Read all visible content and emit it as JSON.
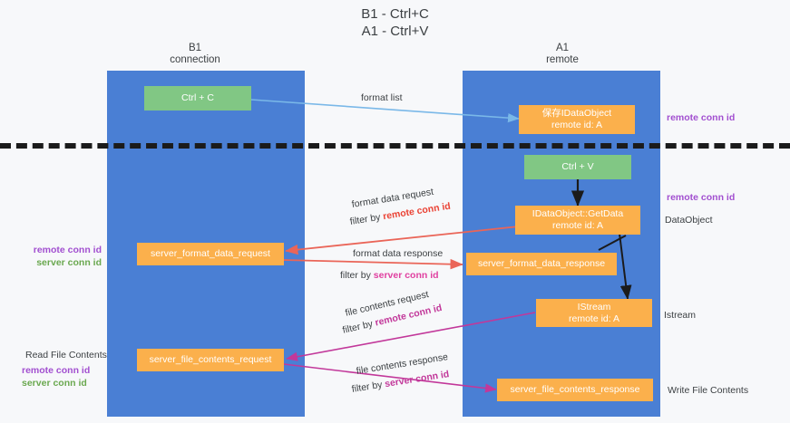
{
  "title": {
    "line1": "B1 - Ctrl+C",
    "line2": "A1 - Ctrl+V"
  },
  "lanes": [
    {
      "id": "b1",
      "name": "B1",
      "role": "connection"
    },
    {
      "id": "a1",
      "name": "A1",
      "role": "remote"
    }
  ],
  "nodes": {
    "ctrl_c": {
      "line1": "Ctrl + C",
      "line2": ""
    },
    "save_idata": {
      "line1": "保存IDataObject",
      "line2": "remote id: A"
    },
    "ctrl_v": {
      "line1": "Ctrl + V",
      "line2": ""
    },
    "getdata": {
      "line1": "IDataObject::GetData",
      "line2": "remote id: A"
    },
    "fmt_req": {
      "line1": "server_format_data_request",
      "line2": ""
    },
    "fmt_resp": {
      "line1": "server_format_data_response",
      "line2": ""
    },
    "istream": {
      "line1": "IStream",
      "line2": "remote id: A"
    },
    "file_req": {
      "line1": "server_file_contents_request",
      "line2": ""
    },
    "file_resp": {
      "line1": "server_file_contents_response",
      "line2": ""
    }
  },
  "edges": {
    "format_list": {
      "label": "format list"
    },
    "fmt_req_l1": {
      "label": "format data request"
    },
    "fmt_req_l2_pre": {
      "label": "filter by ",
      "hl": "remote conn id"
    },
    "fmt_resp_l1": {
      "label": "format data response"
    },
    "fmt_resp_l2_pre": {
      "label": "filter by ",
      "hl": "server conn id"
    },
    "file_req_l1": {
      "label": "file contents request"
    },
    "file_req_l2_pre": {
      "label": "filter by ",
      "hl": "remote conn id"
    },
    "file_resp_l1": {
      "label": "file contents response"
    },
    "file_resp_l2_pre": {
      "label": "filter by ",
      "hl": "server conn id"
    }
  },
  "annotations": {
    "right_top": "remote conn id",
    "right_mid": "remote conn id",
    "right_dataobject": "DataObject",
    "right_istream": "Istream",
    "right_write": "Write File Contents",
    "left_read": "Read File Contents",
    "left_remote_1": "remote conn id",
    "left_server_1": "server conn id",
    "left_remote_2": "remote conn id",
    "left_server_2": "server conn id"
  },
  "colors": {
    "lane": "#4a7fd4",
    "green_node": "#81c784",
    "orange_node": "#fbb04c",
    "arrow_blue": "#7ab8e8",
    "arrow_red": "#ea6558",
    "arrow_black": "#1b1b1b",
    "arrow_magenta": "#c2389a",
    "purple_text": "#a24fd0",
    "green_text": "#6aa84f",
    "background": "#f7f8fa"
  }
}
